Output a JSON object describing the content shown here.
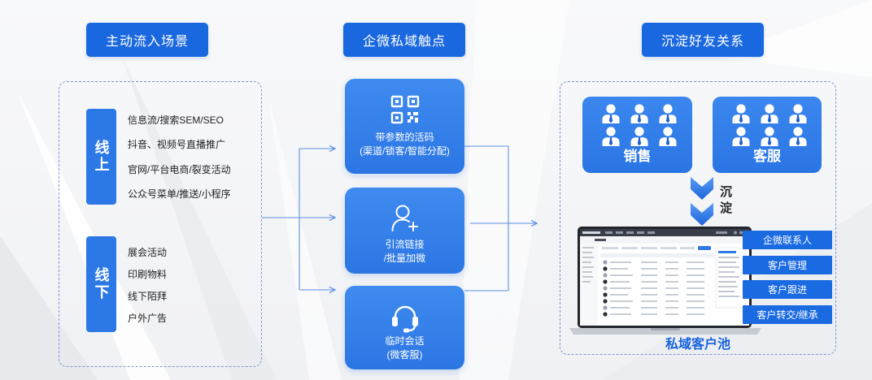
{
  "diagram": {
    "sources": {
      "header": "主动流入场景",
      "online": {
        "label": "线上",
        "items": [
          "信息流/搜索SEM/SEO",
          "抖音、视频号直播推广",
          "官网/平台电商/裂变活动",
          "公众号菜单/推送/小程序"
        ]
      },
      "offline": {
        "label": "线下",
        "items": [
          "展会活动",
          "印刷物料",
          "线下陌拜",
          "户外广告"
        ]
      }
    },
    "touchpoints": {
      "header": "企微私域触点",
      "cards": [
        {
          "icon": "qr-code-icon",
          "title": "带参数的活码",
          "subtitle": "(渠道/锁客/智能分配)"
        },
        {
          "icon": "add-user-icon",
          "title": "引流链接",
          "subtitle": "/批量加微"
        },
        {
          "icon": "headset-icon",
          "title": "临时会话",
          "subtitle": "(微客服)"
        }
      ]
    },
    "relationships": {
      "header": "沉淀好友关系",
      "teams": [
        {
          "label": "销售",
          "icon": "person-icon"
        },
        {
          "label": "客服",
          "icon": "person-icon"
        }
      ],
      "flow_icon": "double-chevron-down-icon",
      "flow_label": "沉淀",
      "device_icon": "laptop-icon",
      "features": [
        "企微联系人",
        "客户管理",
        "客户跟进",
        "客户转交/继承"
      ],
      "pool_label": "私域客户池"
    }
  },
  "colors": {
    "primary": "#1a68e0",
    "card": "#3384ea",
    "dashed_border": "#7b97d3",
    "connector": "#5b8fe3",
    "pool_label": "#1562de"
  }
}
